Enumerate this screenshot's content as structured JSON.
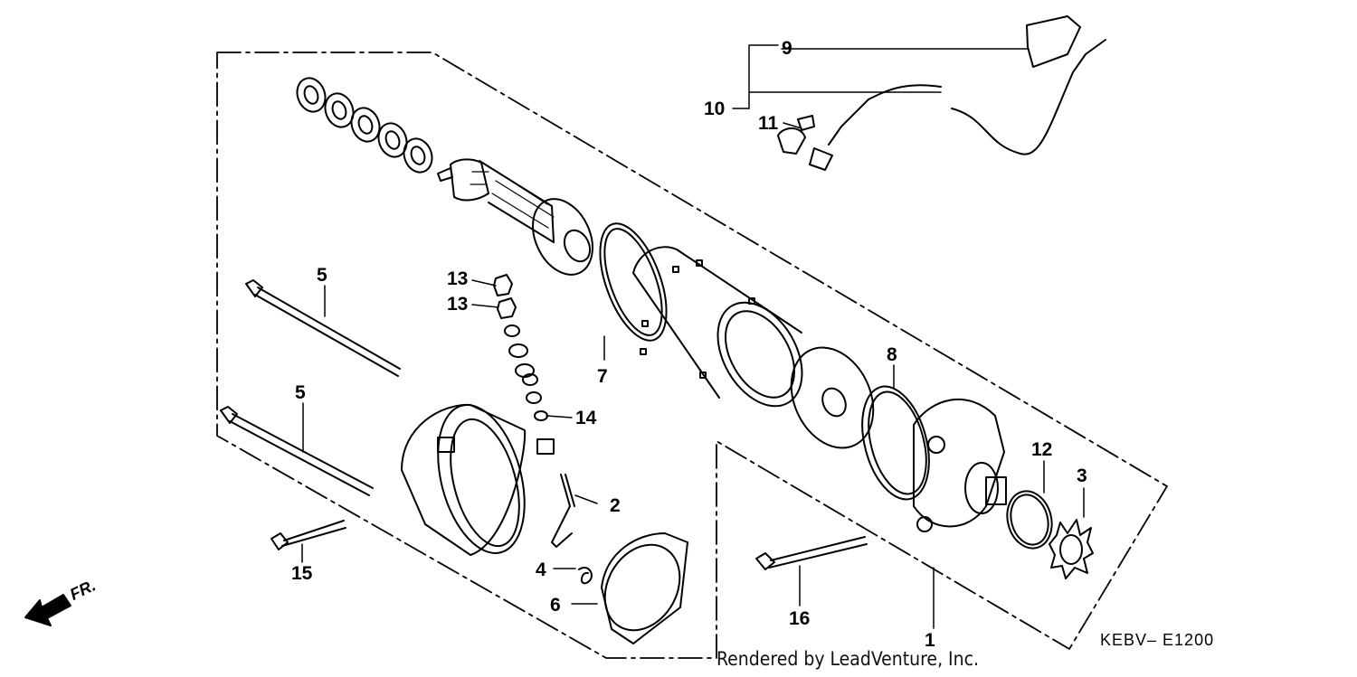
{
  "diagram": {
    "callouts": {
      "c1": "1",
      "c2": "2",
      "c3": "3",
      "c4": "4",
      "c5a": "5",
      "c5b": "5",
      "c6": "6",
      "c7": "7",
      "c8": "8",
      "c9": "9",
      "c10": "10",
      "c11": "11",
      "c12": "12",
      "c13a": "13",
      "c13b": "13",
      "c14": "14",
      "c15": "15",
      "c16": "16"
    },
    "direction_label": "FR.",
    "diagram_code": "KEBV– E1200",
    "credit": "Rendered by LeadVenture, Inc."
  }
}
